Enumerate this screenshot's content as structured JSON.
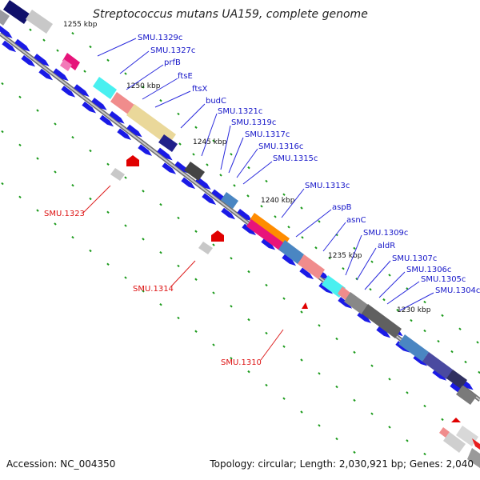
{
  "title": "Streptococcus mutans UA159, complete genome",
  "accession": "Accession: NC_004350",
  "topology": "Topology: circular; Length: 2,030,921 bp; Genes: 2,040",
  "colors": {
    "forward_label": "#1515c8",
    "reverse_label": "#dd1111",
    "leader_forward": "#2a2adc",
    "leader_reverse": "#dd2020",
    "backbone": "#8a8a8a",
    "tick": "#1b9a1b",
    "gene_arrow": "#1a1ae6"
  },
  "kbp_labels": [
    "1255 kbp",
    "1250 kbp",
    "1245 kbp",
    "1240 kbp",
    "1235 kbp",
    "1230 kbp"
  ],
  "forward_labels": [
    "SMU.1329c",
    "SMU.1327c",
    "prfB",
    "ftsE",
    "ftsX",
    "budC",
    "SMU.1321c",
    "SMU.1319c",
    "SMU.1317c",
    "SMU.1316c",
    "SMU.1315c",
    "SMU.1313c",
    "aspB",
    "asnC",
    "SMU.1309c",
    "aldR",
    "SMU.1307c",
    "SMU.1306c",
    "SMU.1305c",
    "SMU.1304c"
  ],
  "reverse_labels": [
    "SMU.1323",
    "SMU.1314",
    "SMU.1310"
  ]
}
